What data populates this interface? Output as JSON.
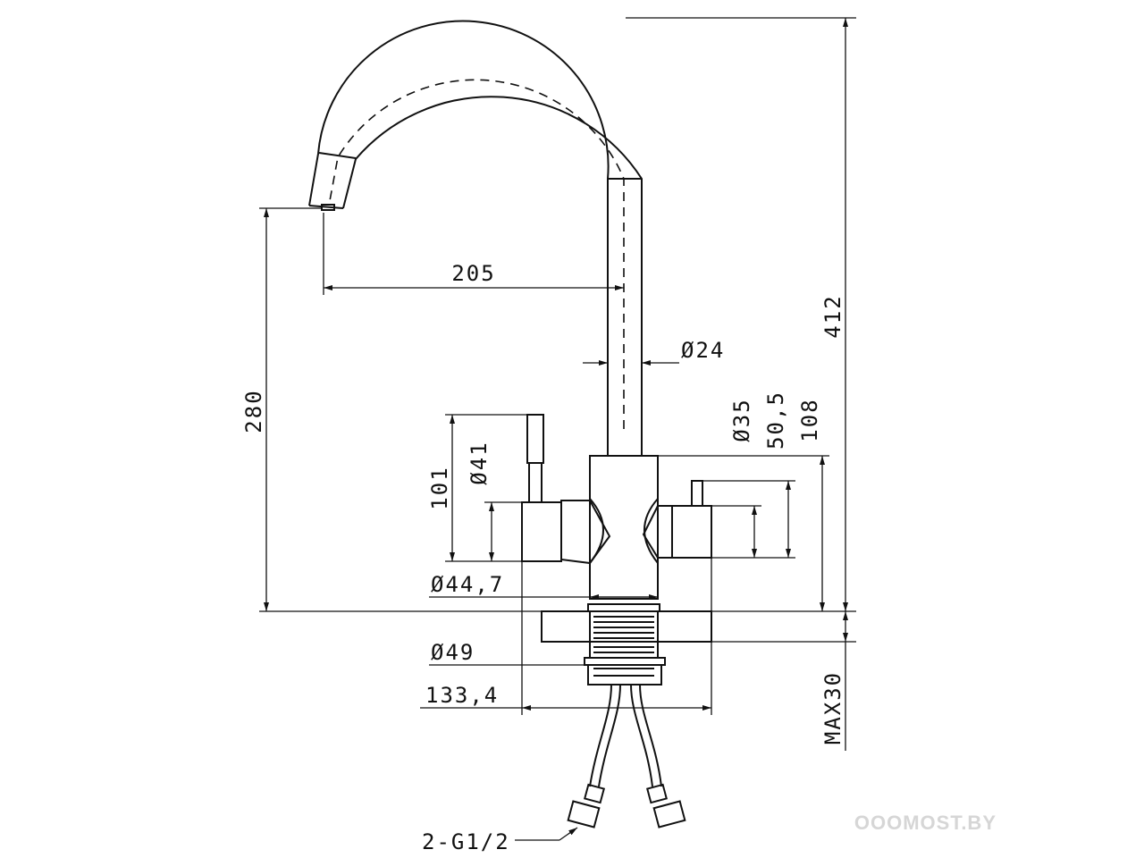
{
  "dimensions": {
    "reach": "205",
    "spout_height": "280",
    "total_height": "412",
    "spout_diameter": "Ø24",
    "handle_diameter": "Ø41",
    "handle_height": "101",
    "side_diameter": "Ø35",
    "side_offset": "50,5",
    "body_height": "108",
    "body_diameter": "Ø44,7",
    "base_diameter": "Ø49",
    "width": "133,4",
    "mount_thickness": "MAX30",
    "connection": "2-G1/2"
  },
  "watermark": "OOOMOST.BY"
}
